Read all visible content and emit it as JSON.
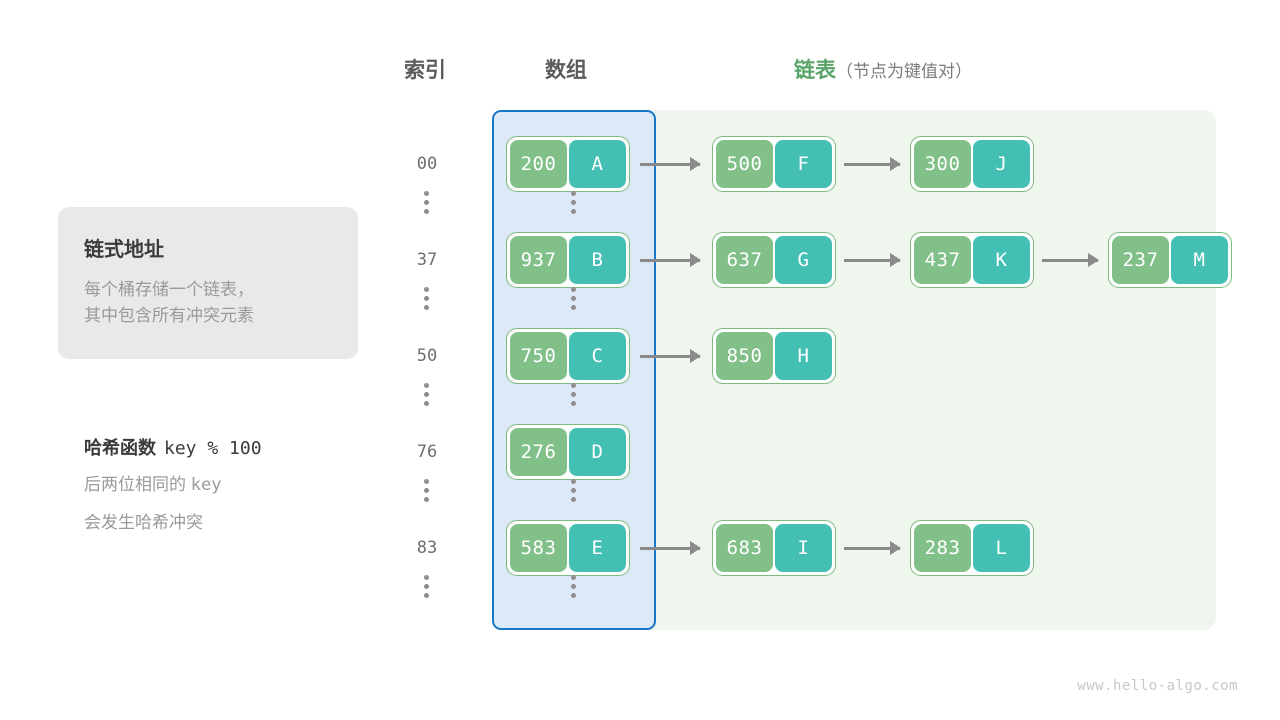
{
  "headers": {
    "index": "索引",
    "array": "数组",
    "list_main": "链表",
    "list_sub": "（节点为键值对）"
  },
  "info_card": {
    "title": "链式地址",
    "line1": "每个桶存储一个链表，",
    "line2": "其中包含所有冲突元素"
  },
  "hash": {
    "label": "哈希函数",
    "expression": "key % 100",
    "note_line1_pre": "后两位相同的 ",
    "note_line1_code": "key",
    "note_line2": "会发生哈希冲突"
  },
  "colors": {
    "array_fill": "#dceaf7",
    "array_border": "#1877c9",
    "list_fill": "#eef6ee",
    "key_cell": "#82c08a",
    "value_cell": "#44bfb4",
    "node_border": "#7fba7f",
    "arrow": "#8a8a8a",
    "list_header": "#5aa469",
    "index_text": "#6e6e6e"
  },
  "buckets": [
    {
      "index": "00",
      "nodes": [
        {
          "key": "200",
          "value": "A"
        },
        {
          "key": "500",
          "value": "F"
        },
        {
          "key": "300",
          "value": "J"
        }
      ]
    },
    {
      "index": "37",
      "nodes": [
        {
          "key": "937",
          "value": "B"
        },
        {
          "key": "637",
          "value": "G"
        },
        {
          "key": "437",
          "value": "K"
        },
        {
          "key": "237",
          "value": "M"
        }
      ]
    },
    {
      "index": "50",
      "nodes": [
        {
          "key": "750",
          "value": "C"
        },
        {
          "key": "850",
          "value": "H"
        }
      ]
    },
    {
      "index": "76",
      "nodes": [
        {
          "key": "276",
          "value": "D"
        }
      ]
    },
    {
      "index": "83",
      "nodes": [
        {
          "key": "583",
          "value": "E"
        },
        {
          "key": "683",
          "value": "I"
        },
        {
          "key": "283",
          "value": "L"
        }
      ]
    }
  ],
  "ellipsis_count": 6,
  "footer": "www.hello-algo.com"
}
